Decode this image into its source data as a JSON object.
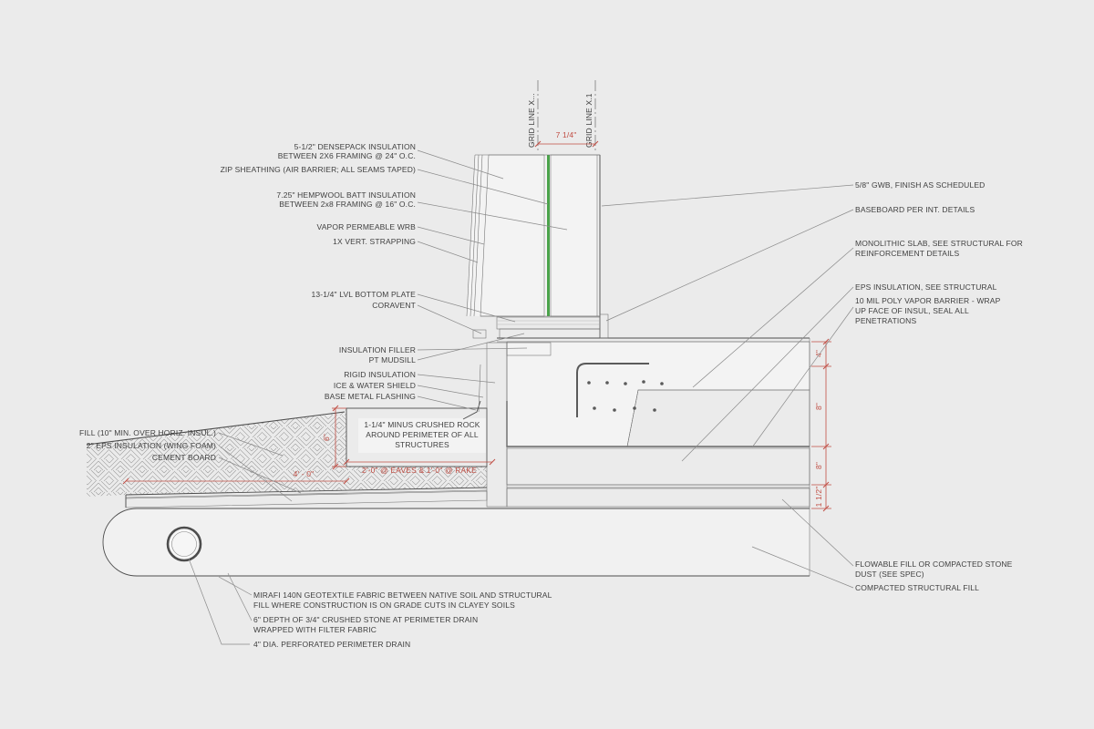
{
  "colors": {
    "background": "#ebebeb",
    "line": "#4d4d4d",
    "hatch": "#8f8f8f",
    "dimension_red": "#c14f45",
    "zip_sheathing_green": "#4aa34a",
    "leader_gray": "#8a8a8a"
  },
  "grid": {
    "x_label": "GRID LINE X...",
    "x1_label": "GRID LINE X.1",
    "spacing_dim": "7 1/4\""
  },
  "dimensions": {
    "rock_depth": "6\"",
    "wing_width": "4' - 0\"",
    "eave_rake": "2'-0\" @ EAVES & 1'-0\" @ RAKE",
    "slab_edge": "4\"",
    "haunch_depth": "8\"",
    "eps_depth": "8\"",
    "base_layer": "1 1/2\""
  },
  "labels": {
    "densepack1": "5-1/2\" DENSEPACK INSULATION",
    "densepack2": "BETWEEN 2X6 FRAMING @ 24\" O.C.",
    "zip": "ZIP SHEATHING (AIR BARRIER; ALL SEAMS TAPED)",
    "hempwool1": "7.25\" HEMPWOOL BATT INSULATION",
    "hempwool2": "BETWEEN 2x8 FRAMING @ 16\" O.C.",
    "wrb": "VAPOR PERMEABLE WRB",
    "strapping": "1X VERT. STRAPPING",
    "lvl": "13-1/4\" LVL BOTTOM PLATE",
    "coravent": "CORAVENT",
    "filler": "INSULATION FILLER",
    "mudsill": "PT MUDSILL",
    "rigid": "RIGID INSULATION",
    "ice_water": "ICE & WATER SHIELD",
    "flashing": "BASE METAL FLASHING",
    "fill_note": "FILL (10\" MIN. OVER HORIZ. INSUL.)",
    "wing_eps": "2\" EPS INSULATION (WING FOAM)",
    "cement_board": "CEMENT BOARD",
    "rock1": "1-1/4\" MINUS CRUSHED ROCK",
    "rock2": "AROUND PERIMETER OF ALL",
    "rock3": "STRUCTURES",
    "gwb": "5/8\" GWB, FINISH AS SCHEDULED",
    "baseboard": "BASEBOARD PER INT. DETAILS",
    "slab1": "MONOLITHIC SLAB, SEE STRUCTURAL FOR",
    "slab2": "REINFORCEMENT DETAILS",
    "eps": "EPS INSULATION, SEE STRUCTURAL",
    "vapor1": "10 MIL POLY VAPOR BARRIER - WRAP",
    "vapor2": "UP FACE OF INSUL, SEAL ALL",
    "vapor3": "PENETRATIONS",
    "flowable1": "FLOWABLE FILL OR COMPACTED STONE",
    "flowable2": "DUST (SEE SPEC)",
    "struct_fill": "COMPACTED STRUCTURAL FILL",
    "mirafi1": "MIRAFI 140N GEOTEXTILE FABRIC BETWEEN  NATIVE SOIL AND STRUCTURAL",
    "mirafi2": "FILL WHERE CONSTRUCTION IS ON GRADE CUTS IN CLAYEY SOILS",
    "stone1": "6\" DEPTH OF 3/4\" CRUSHED STONE AT PERIMETER DRAIN",
    "stone2": "WRAPPED WITH FILTER FABRIC",
    "drain": "4\" DIA. PERFORATED PERIMETER DRAIN"
  }
}
